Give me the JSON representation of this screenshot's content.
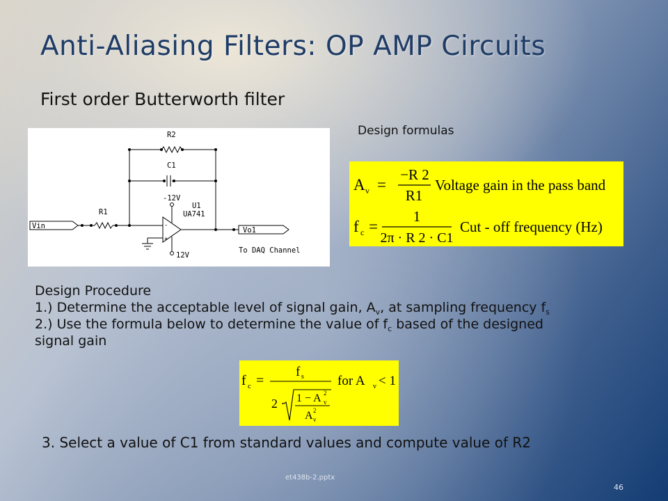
{
  "slide": {
    "title": "Anti-Aliasing Filters: OP AMP Circuits",
    "subtitle": "First order Butterworth filter",
    "formulas_label": "Design formulas",
    "circuit": {
      "r2": "R2",
      "c1": "C1",
      "r1": "R1",
      "neg_supply": "-12V",
      "opamp_ref": "U1",
      "opamp_model": "UA741",
      "input": "Vin",
      "output": "Vo1",
      "destination": "To DAQ Channel",
      "pos_supply": "12V",
      "minus": "-",
      "plus": "+"
    },
    "formula1": {
      "lhs": "A",
      "lhs_sub": "v",
      "eq": "=",
      "num": "−R 2",
      "den": "R1",
      "desc": "Voltage gain in the pass band"
    },
    "formula2": {
      "lhs": "f",
      "lhs_sub": "c",
      "eq": "=",
      "num": "1",
      "den": "2π · R 2 · C1",
      "desc": "Cut - off frequency (Hz)"
    },
    "formula3": {
      "lhs": "f",
      "lhs_sub": "c",
      "eq": "=",
      "num": "f",
      "num_sub": "s",
      "two": "2 ·",
      "inner_num": "1 − A",
      "inner_den": "A",
      "v": "v",
      "sq": "2",
      "cond": "for A",
      "cond_sub": "v",
      "cond_rel": "< 1"
    },
    "procedure": {
      "heading": "Design Procedure",
      "step1_text": "1.) Determine the acceptable level of signal gain, A",
      "step1_sub1": "v",
      "step1_mid": ", at sampling frequency f",
      "step1_sub2": "s",
      "step2_text": "2.) Use the formula below to determine the value of f",
      "step2_sub": "c",
      "step2_rest": " based of the designed",
      "step2_line2": "signal gain"
    },
    "step3": "3.  Select a value of C1 from standard values  and compute value of R2",
    "footer": "et438b-2.pptx",
    "page_number": "46"
  }
}
